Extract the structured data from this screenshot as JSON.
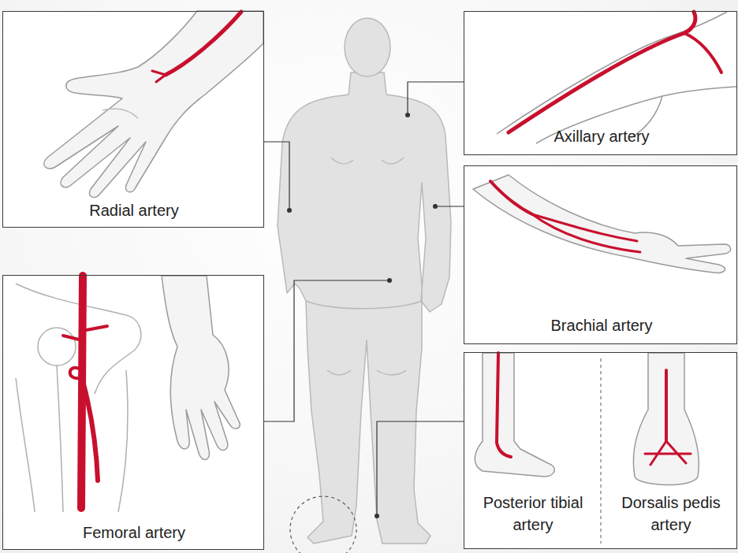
{
  "diagram": {
    "nodes": [
      {
        "text": [
          "Radial artery"
        ]
      },
      {
        "text": [
          "Axillary artery"
        ]
      },
      {
        "text": [
          "Brachial artery"
        ]
      },
      {
        "text": [
          "Femoral artery"
        ]
      },
      {
        "text": [
          "Posterior tibial artery",
          "Dorsalis pedis artery"
        ]
      }
    ]
  }
}
